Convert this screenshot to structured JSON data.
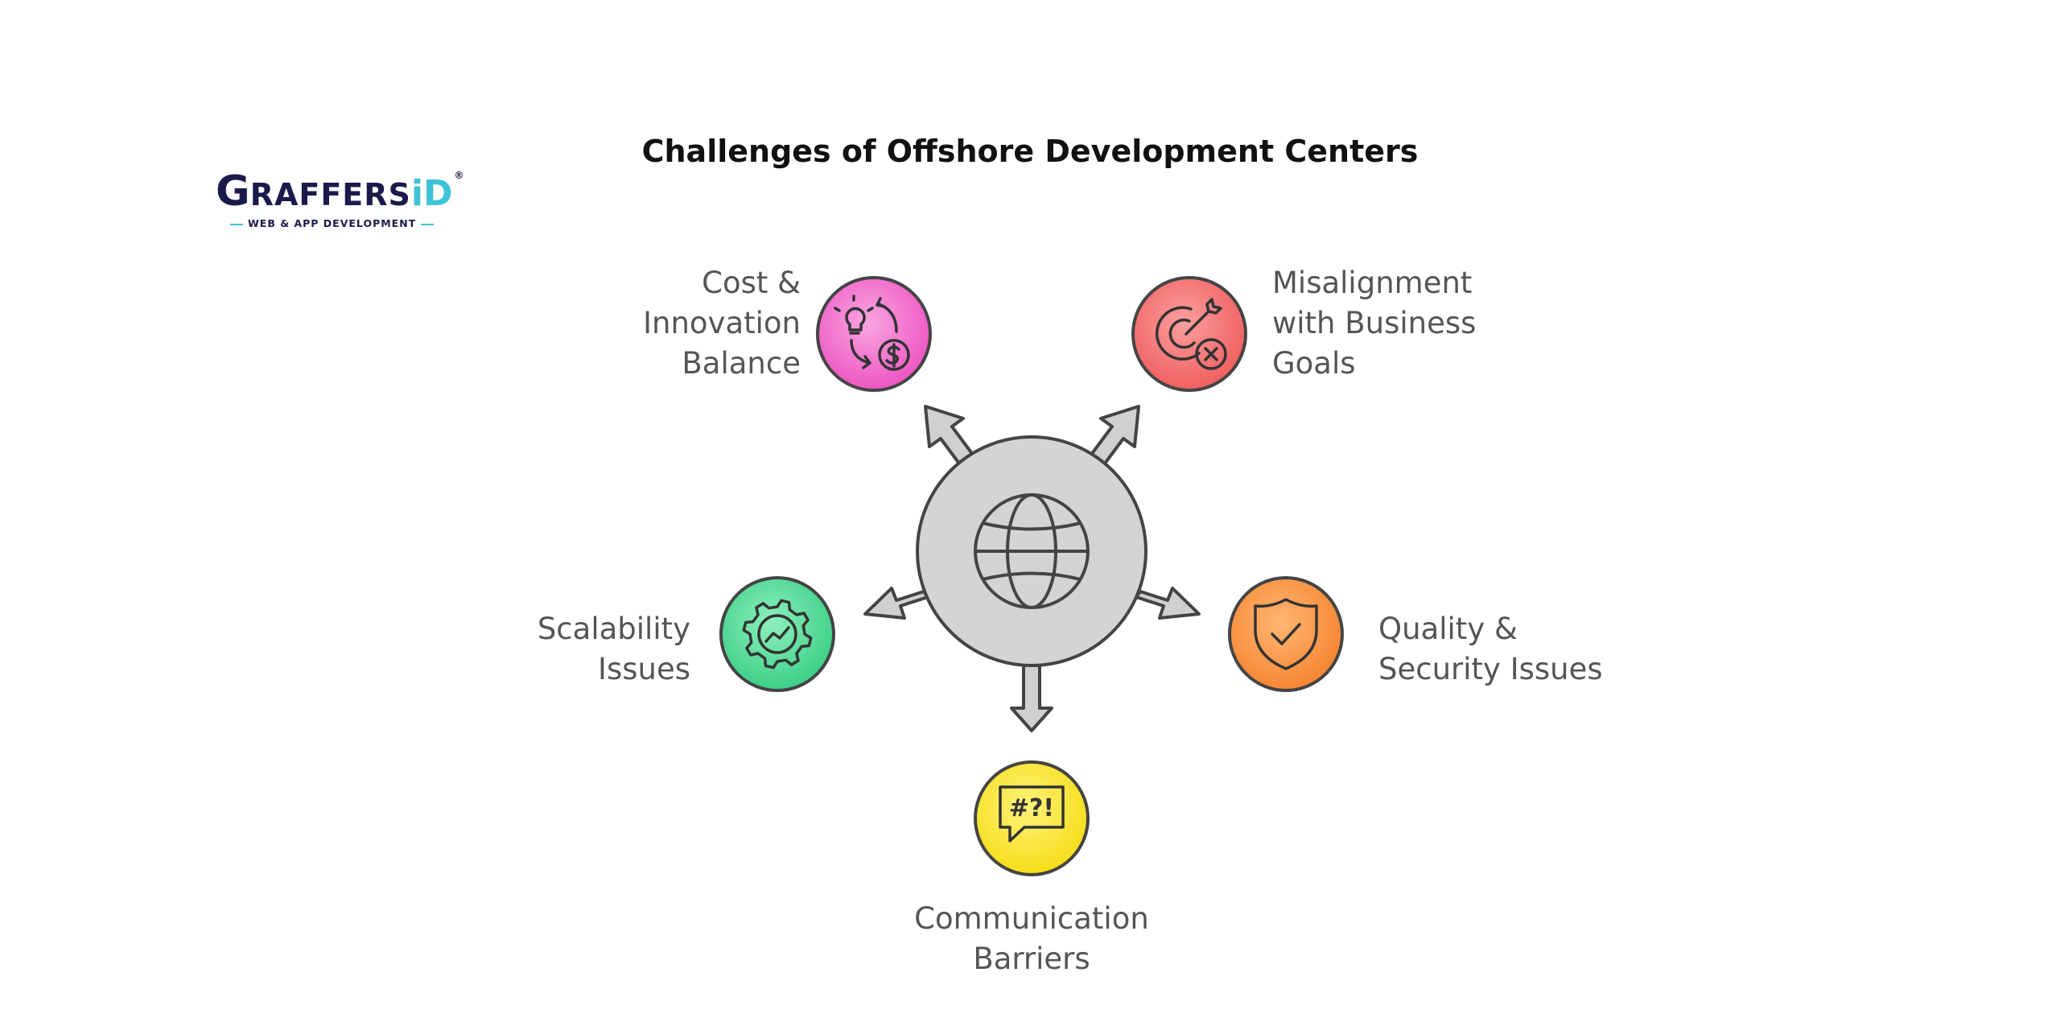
{
  "title": "Challenges of Offshore Development Centers",
  "logo": {
    "name_initial": "G",
    "name_rest": "RAFFERS",
    "name_suffix": "iD",
    "registered": "®",
    "tagline": "WEB & APP DEVELOPMENT"
  },
  "center": {
    "icon": "globe-icon"
  },
  "challenges": [
    {
      "key": "cost",
      "lines": [
        "Cost &",
        "Innovation",
        "Balance"
      ],
      "icon": "lightbulb-dollar-cycle-icon",
      "color": "#f065c8"
    },
    {
      "key": "misalignment",
      "lines": [
        "Misalignment",
        "with Business",
        "Goals"
      ],
      "icon": "target-x-icon",
      "color": "#f26e6e"
    },
    {
      "key": "scalability",
      "lines": [
        "Scalability",
        "Issues"
      ],
      "icon": "gear-chart-icon",
      "color": "#45d68f"
    },
    {
      "key": "quality",
      "lines": [
        "Quality &",
        "Security Issues"
      ],
      "icon": "shield-check-icon",
      "color": "#f88e3a"
    },
    {
      "key": "communication",
      "lines": [
        "Communication",
        "Barriers"
      ],
      "icon": "speech-bubble-icon",
      "color": "#f5e020"
    }
  ],
  "communication_icon_text": "#?!"
}
